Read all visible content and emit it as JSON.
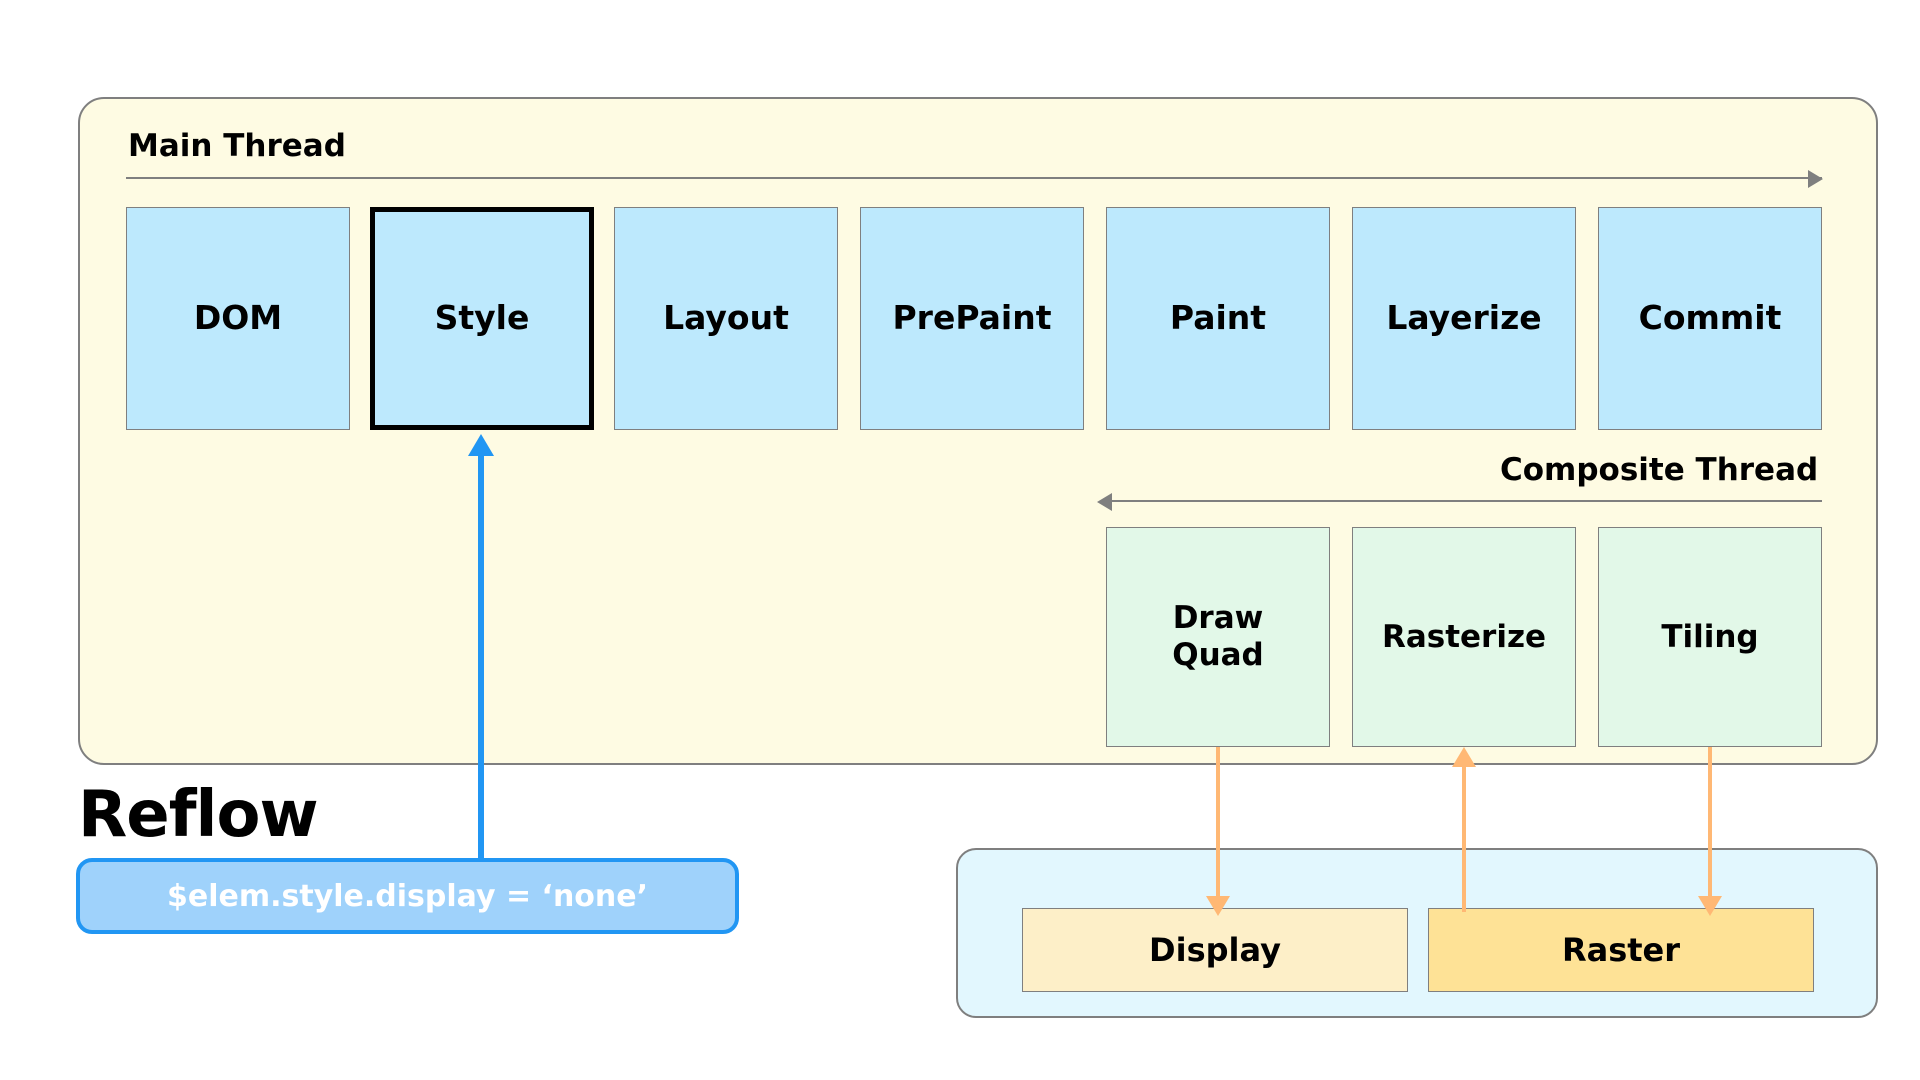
{
  "diagram": {
    "title": "Reflow",
    "threads": {
      "main": {
        "label": "Main Thread",
        "direction_icon": "arrow-right-icon",
        "stages": [
          {
            "label": "DOM",
            "highlighted": false
          },
          {
            "label": "Style",
            "highlighted": true
          },
          {
            "label": "Layout",
            "highlighted": false
          },
          {
            "label": "PrePaint",
            "highlighted": false
          },
          {
            "label": "Paint",
            "highlighted": false
          },
          {
            "label": "Layerize",
            "highlighted": false
          },
          {
            "label": "Commit",
            "highlighted": false
          }
        ]
      },
      "composite": {
        "label": "Composite Thread",
        "direction_icon": "arrow-left-icon",
        "stages": [
          {
            "label_line1": "Draw",
            "label_line2": "Quad"
          },
          {
            "label_line1": "Rasterize",
            "label_line2": ""
          },
          {
            "label_line1": "Tiling",
            "label_line2": ""
          }
        ]
      }
    },
    "code_snippet": "$elem.style.display = ‘none’",
    "gpu": {
      "boxes": [
        {
          "label": "Display",
          "tone": "light"
        },
        {
          "label": "Raster",
          "tone": "dark"
        }
      ]
    },
    "connectors": [
      {
        "name": "code-to-style",
        "from": "code_snippet",
        "to": "Style",
        "direction": "up",
        "color": "#2196f3"
      },
      {
        "name": "drawquad-to-display",
        "from": "Draw Quad",
        "to": "Display",
        "direction": "down",
        "color": "#ffb874"
      },
      {
        "name": "raster-to-rasterize",
        "from": "Raster",
        "to": "Rasterize",
        "direction": "up",
        "color": "#ffb874"
      },
      {
        "name": "tiling-to-raster",
        "from": "Tiling",
        "to": "Raster",
        "direction": "down",
        "color": "#ffb874"
      }
    ]
  },
  "colors": {
    "card_background": "#fefbe3",
    "card_border": "#7f7f7f",
    "main_stage_fill": "#bde9fd",
    "composite_stage_fill": "#e2f8e8",
    "gpu_panel_fill": "#e2f7fe",
    "display_fill": "#fdefc8",
    "raster_fill": "#fee296",
    "code_pill_fill": "#9fd2fb",
    "code_pill_border": "#2196f3",
    "connector_orange": "#ffb874"
  }
}
